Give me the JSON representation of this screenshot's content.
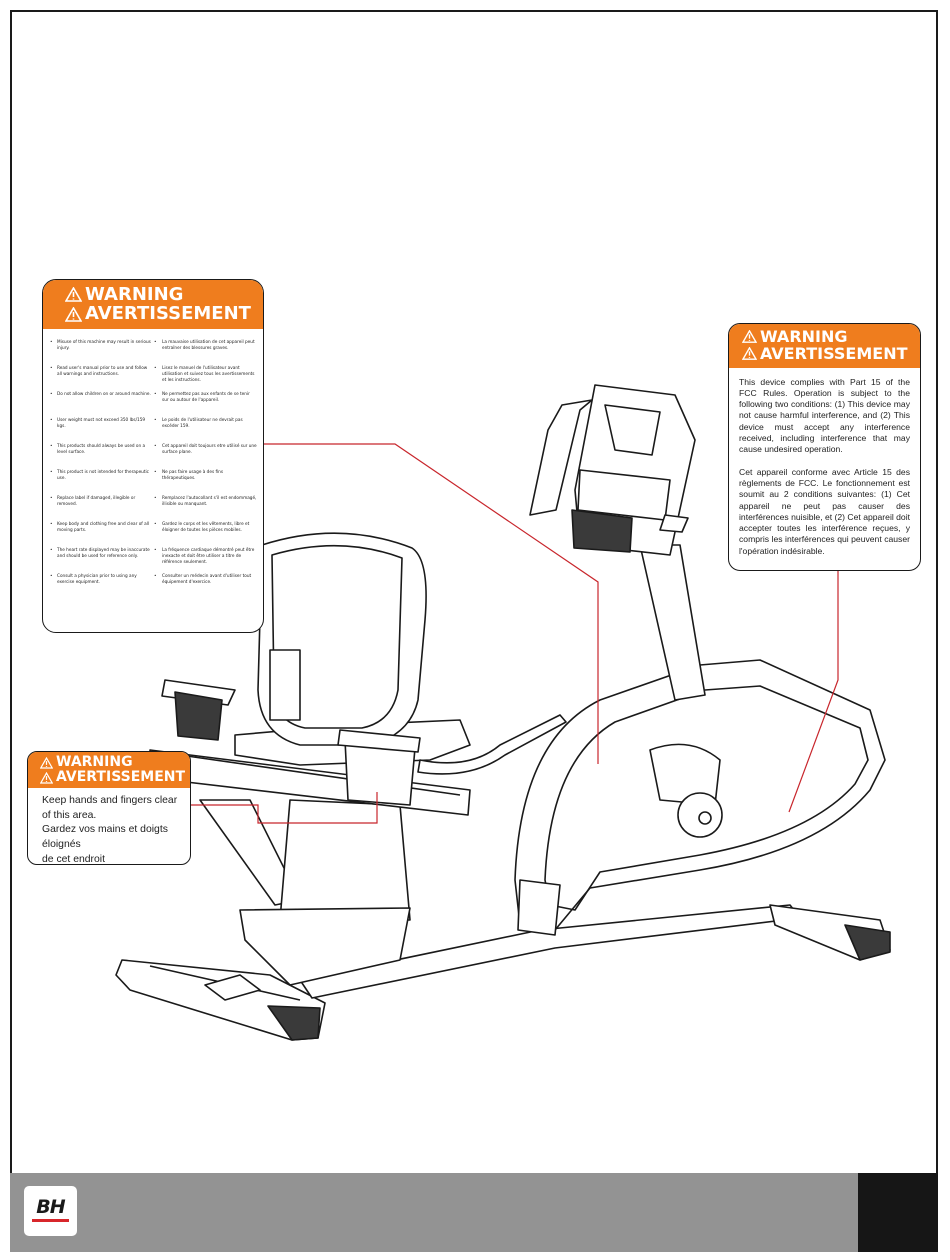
{
  "colors": {
    "label_orange": "#ef7d1e",
    "leader_line": "#c8262c",
    "footer_gray": "#939393",
    "footer_dark": "#161616",
    "logo_bar": "#d8262b"
  },
  "icons": {
    "warning": "warning-triangle-icon"
  },
  "main_label": {
    "heading_en": "WARNING",
    "heading_fr": "AVERTISSEMENT",
    "items_en": [
      "Misuse of this machine may result in serious injury.",
      "Read user's manual prior to use and follow all warnings and instructions.",
      "Do not allow children on or around machine.",
      "User weight must not exceed 350 lbs/159 kgs.",
      "This products should always be used on a level surface.",
      "This product is not intended for therapeutic use.",
      "Replace label if damaged, illegible or removed.",
      "Keep body and clothing free and clear of all moving parts.",
      "The heart rate displayed may be inaccurate and should be used for reference only.",
      "Consult a physician prior to using any exercise equipment."
    ],
    "items_fr": [
      "La mauvaise utilisation de cet appareil peut entraîner des blessures graves.",
      "Lisez le manuel de l'utilisateur avant utilisation et suivez tous les avertissements et les instructions.",
      "Ne permettez pas aux enfants de se tenir sur ou autour de l'appareil.",
      "Le poids de l'utilisateur ne devrait pas excéder 159.",
      "Cet appareil doit toujours etre utilisé sur une surface plane.",
      "Ne pas faire usage à des fins thérapeutiques.",
      "Remplacez l'autocollant s'il est endommagé, illisible ou manquant.",
      "Gardez le corps et les vêtements, libre et éloigner de toutes les pièces mobiles.",
      "La fréquence cardiaque démontré peut être inexacte et doit être utiliser a titre de référence seulement.",
      "Consulter un médecin avant d'utiliser tout équipement d'exercice."
    ]
  },
  "fcc_label": {
    "heading_en": "WARNING",
    "heading_fr": "AVERTISSEMENT",
    "text_en": "This device complies with Part 15 of the FCC Rules. Operation is subject to the following two conditions: (1) This device may not cause harmful interference, and (2) This device must accept any interference received, including interference that may cause undesired operation.",
    "text_fr": "Cet appareil conforme avec Article 15 des règlements de FCC. Le fonctionnement est soumit au 2 conditions suivantes: (1) Cet appareil ne peut pas causer des interférences nuisible, et (2) Cet appareil doit accepter toutes les interférence reçues, y compris les interférences qui peuvent causer l'opération indésirable."
  },
  "hands_label": {
    "heading_en": "WARNING",
    "heading_fr": "AVERTISSEMENT",
    "lines": [
      "Keep hands and fingers clear",
      "of this area.",
      "Gardez vos mains et doigts éloignés",
      "de cet endroit"
    ]
  },
  "footer": {
    "logo": "BH"
  }
}
